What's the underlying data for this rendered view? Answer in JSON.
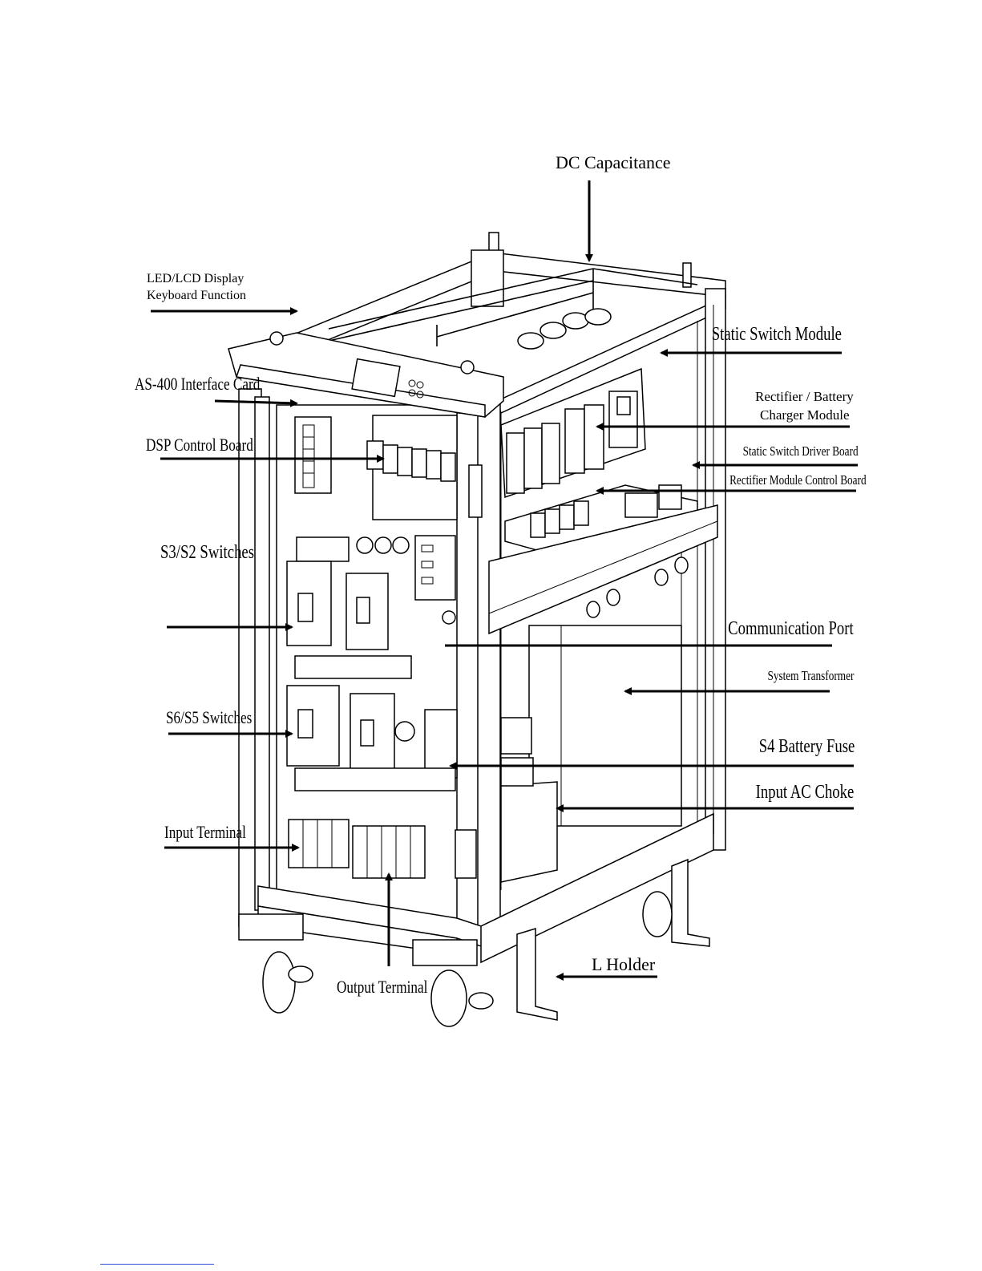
{
  "labels": {
    "dc_capacitance": "DC Capacitance",
    "led_lcd_line1": "LED/LCD Display",
    "led_lcd_line2": "Keyboard Function",
    "as400": "AS-400 Interface Card",
    "dsp_control": "DSP Control Board",
    "s3s2": "S3/S2 Switches",
    "s6s5": "S6/S5 Switches",
    "input_terminal": "Input Terminal",
    "output_terminal": "Output Terminal",
    "l_holder": "L Holder",
    "static_switch_module": "Static Switch Module",
    "rectifier_line1": "Rectifier / Battery",
    "rectifier_line2": "Charger Module",
    "static_switch_driver": "Static Switch Driver Board",
    "rectifier_control": "Rectifier Module Control Board",
    "communication_port": "Communication Port",
    "system_transformer": "System Transformer",
    "s4_fuse": "S4 Battery Fuse",
    "input_ac_choke": "Input AC Choke"
  },
  "colors": {
    "line": "#000000",
    "background": "#ffffff",
    "footer_rule": "#2a4bd7"
  }
}
